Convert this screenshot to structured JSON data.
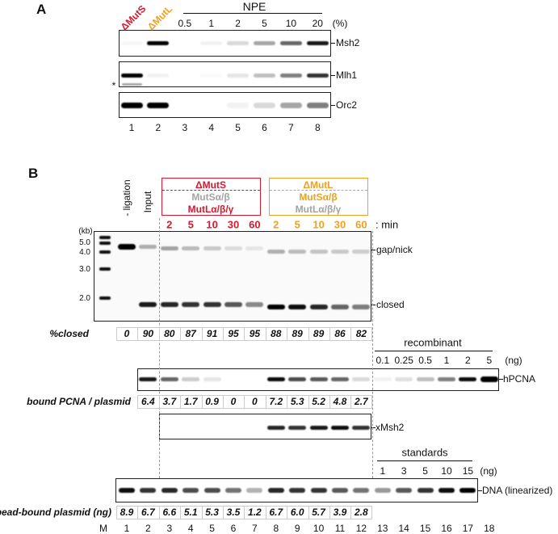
{
  "panel_a": {
    "label": "A",
    "conditions": [
      "ΔMutS",
      "ΔMutL"
    ],
    "npe_label": "NPE",
    "npe_percents": [
      "0.5",
      "1",
      "2",
      "5",
      "10",
      "20"
    ],
    "percent_unit": "(%)",
    "blots": [
      "Msh2",
      "Mlh1",
      "Orc2"
    ],
    "asterisk": "*",
    "lanes": [
      "1",
      "2",
      "3",
      "4",
      "5",
      "6",
      "7",
      "8"
    ],
    "band_intensity": {
      "Msh2": [
        0.03,
        1,
        0,
        0.05,
        0.15,
        0.35,
        0.6,
        0.9
      ],
      "Mlh1": [
        1,
        0.05,
        0,
        0.02,
        0.1,
        0.25,
        0.5,
        0.8
      ],
      "Orc2": [
        1,
        1,
        0,
        0,
        0.05,
        0.15,
        0.35,
        0.5
      ]
    }
  },
  "panel_b": {
    "label": "B",
    "lane_headers": [
      "- ligation",
      "Input"
    ],
    "mutS_box": {
      "title": "ΔMutS",
      "line1": "MutSα/β",
      "line2": "MutLα/β/γ"
    },
    "mutL_box": {
      "title": "ΔMutL",
      "line1": "MutSα/β",
      "line2": "MutLα/β/γ"
    },
    "times": [
      "2",
      "5",
      "10",
      "30",
      "60"
    ],
    "time_unit": ": min",
    "kb_unit": "(kb)",
    "ladder": [
      "5.0",
      "4.0",
      "3.0",
      "2.0"
    ],
    "gel_labels": [
      "gap/nick",
      "closed"
    ],
    "closed_label": "%closed",
    "closed_values": [
      "0",
      "90",
      "80",
      "87",
      "91",
      "95",
      "95",
      "88",
      "89",
      "89",
      "86",
      "82"
    ],
    "recombinant_label": "recombinant",
    "recombinant_ng": [
      "0.1",
      "0.25",
      "0.5",
      "1",
      "2",
      "5"
    ],
    "ng_unit": "(ng)",
    "hpcna_label": "hPCNA",
    "bound_label": "bound PCNA / plasmid",
    "bound_values": [
      "6.4",
      "3.7",
      "1.7",
      "0.9",
      "0",
      "0",
      "7.2",
      "5.3",
      "5.2",
      "4.8",
      "2.7"
    ],
    "xmsh2_label": "xMsh2",
    "standards_label": "standards",
    "standards_ng": [
      "1",
      "3",
      "5",
      "10",
      "15"
    ],
    "dna_label": "DNA (linearized)",
    "bead_label": "bead-bound plasmid (ng)",
    "bead_values": [
      "8.9",
      "6.7",
      "6.6",
      "5.1",
      "5.3",
      "3.5",
      "1.2",
      "6.7",
      "6.0",
      "5.7",
      "3.9",
      "2.8"
    ],
    "lane_marker": "M",
    "lanes": [
      "1",
      "2",
      "3",
      "4",
      "5",
      "6",
      "7",
      "8",
      "9",
      "10",
      "11",
      "12",
      "13",
      "14",
      "15",
      "16",
      "17",
      "18"
    ],
    "band_intensity": {
      "gap_nick": [
        1,
        0.3,
        0.35,
        0.25,
        0.2,
        0.12,
        0.08,
        0.3,
        0.25,
        0.22,
        0.2,
        0.18
      ],
      "closed": [
        0,
        0.9,
        0.85,
        0.8,
        0.8,
        0.65,
        0.45,
        1,
        0.95,
        0.85,
        0.6,
        0.5
      ],
      "hPCNA": [
        0.9,
        0.6,
        0.2,
        0.1,
        0,
        0,
        0.95,
        0.7,
        0.65,
        0.6,
        0.15,
        0.05,
        0.12,
        0.25,
        0.5,
        0.95,
        1
      ],
      "xMsh2": [
        0.85,
        0.8,
        0.9,
        0.95,
        0.8
      ],
      "DNA": [
        0.95,
        0.8,
        0.85,
        0.7,
        0.7,
        0.55,
        0.3,
        0.85,
        0.8,
        0.8,
        0.65,
        0.55,
        0.4,
        0.65,
        0.8,
        0.95,
        1
      ]
    }
  },
  "colors": {
    "red": "#d7192f",
    "orange": "#f0a020",
    "gray": "#a3a3a3"
  }
}
